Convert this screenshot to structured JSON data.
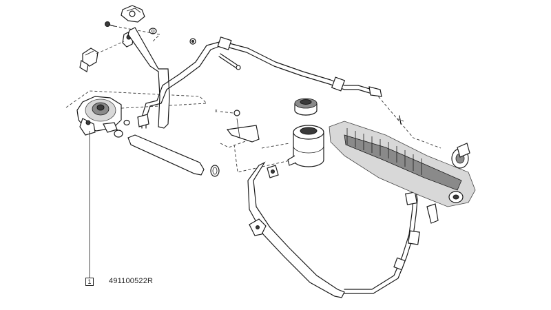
{
  "diagram": {
    "callouts": [
      {
        "number": "1",
        "part_number": "491100522R"
      }
    ],
    "marker_label": "x"
  },
  "colors": {
    "line": "#1a1a1a",
    "background": "#ffffff"
  }
}
